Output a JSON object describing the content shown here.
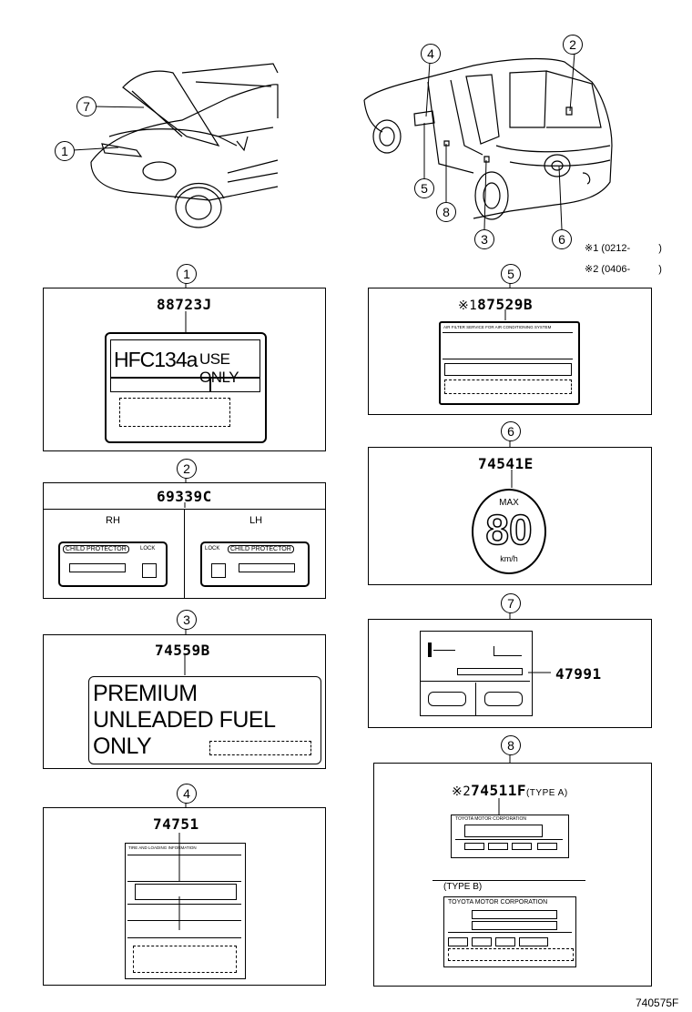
{
  "figure_code": "740575F",
  "callouts": {
    "c1": "1",
    "c2": "2",
    "c3": "3",
    "c4": "4",
    "c5": "5",
    "c6": "6",
    "c7": "7",
    "c8": "8"
  },
  "notes": [
    {
      "mark": "※1",
      "text": "(0212-",
      "close": ")"
    },
    {
      "mark": "※2",
      "text": "(0406-",
      "close": ")"
    }
  ],
  "panels": {
    "p1": {
      "num": "1",
      "part": "88723J",
      "text_a": "HFC134a",
      "text_b": "USE ONLY"
    },
    "p2": {
      "num": "2",
      "part": "69339C",
      "rh": "RH",
      "lh": "LH",
      "label": "CHILD PROTECTOR",
      "lock": "LOCK"
    },
    "p3": {
      "num": "3",
      "part": "74559B",
      "line1": "PREMIUM",
      "line2": "UNLEADED FUEL",
      "line3": "ONLY"
    },
    "p4": {
      "num": "4",
      "part": "74751",
      "header": "TIRE AND LOADING INFORMATION"
    },
    "p5": {
      "num": "5",
      "mark": "※1",
      "part": "87529B",
      "header": "AIR FILTER SERVICE FOR AIR CONDITIONING SYSTEM"
    },
    "p6": {
      "num": "6",
      "part": "74541E",
      "max": "MAX",
      "speed": "80",
      "unit": "km/h"
    },
    "p7": {
      "num": "7",
      "part": "47991"
    },
    "p8": {
      "num": "8",
      "mark": "※2",
      "part": "74511F",
      "type_a": "(TYPE A)",
      "type_b": "(TYPE B)",
      "maker": "TOYOTA MOTOR CORPORATION"
    }
  }
}
